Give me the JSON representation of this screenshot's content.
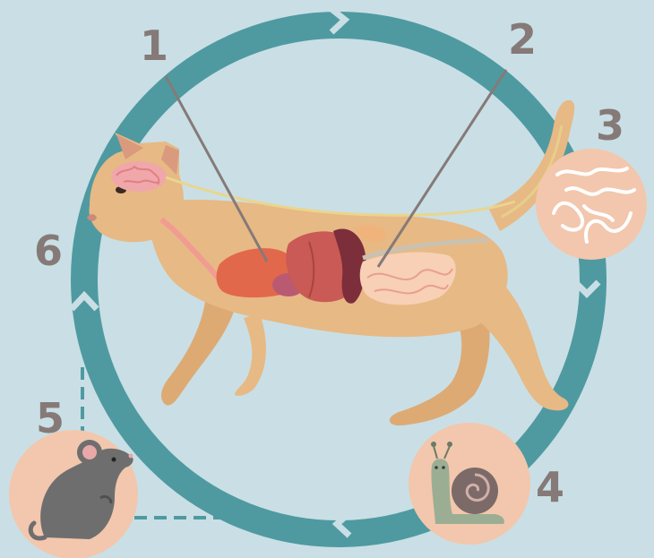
{
  "diagram": {
    "labels": [
      {
        "id": "1",
        "text": "1"
      },
      {
        "id": "2",
        "text": "2"
      },
      {
        "id": "3",
        "text": "3"
      },
      {
        "id": "4",
        "text": "4"
      },
      {
        "id": "5",
        "text": "5"
      },
      {
        "id": "6",
        "text": "6"
      }
    ],
    "icons": [
      "cat-illustration",
      "worm-larvae-icon",
      "snail-icon",
      "mouse-icon"
    ],
    "colors": {
      "background": "#c9dfe5",
      "cycle_ring": "#4f9aa1",
      "badge_fill": "#f2c7ad",
      "label_text": "#857a78",
      "cat_fur": "#e7b985"
    }
  }
}
